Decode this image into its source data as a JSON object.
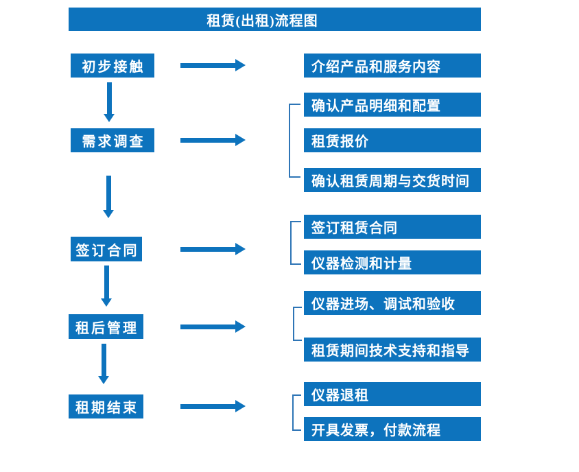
{
  "title": {
    "text": "租赁(出租)流程图"
  },
  "colors": {
    "primary_blue": "#0d73bd",
    "bracket_blue": "#2e75b6",
    "text_white": "#ffffff",
    "background": "#ffffff"
  },
  "steps": [
    {
      "label": "初步接触"
    },
    {
      "label": "需求调查"
    },
    {
      "label": "签订合同"
    },
    {
      "label": "租后管理"
    },
    {
      "label": "租期结束"
    }
  ],
  "details": [
    {
      "label": "介绍产品和服务内容"
    },
    {
      "label": "确认产品明细和配置"
    },
    {
      "label": "租赁报价"
    },
    {
      "label": "确认租赁周期与交货时间"
    },
    {
      "label": "签订租赁合同"
    },
    {
      "label": "仪器检测和计量"
    },
    {
      "label": "仪器进场、调试和验收"
    },
    {
      "label": "租赁期间技术支持和指导"
    },
    {
      "label": "仪器退租"
    },
    {
      "label": "开具发票，付款流程"
    }
  ]
}
